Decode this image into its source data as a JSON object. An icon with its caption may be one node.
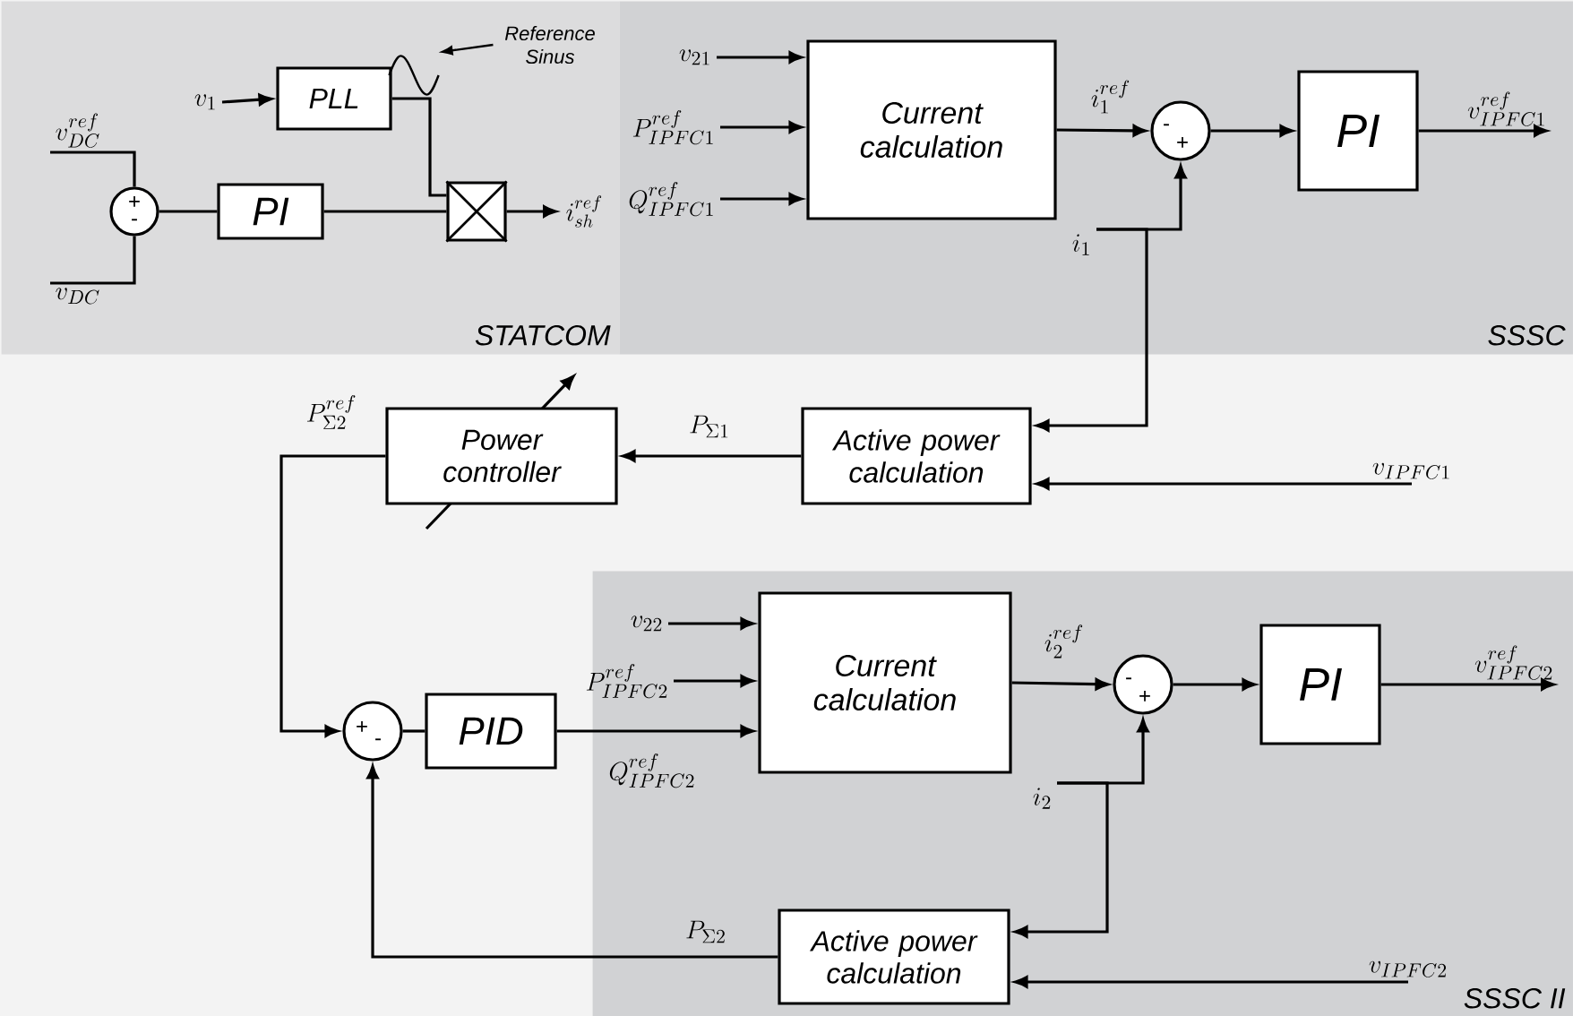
{
  "diagram": {
    "nodes": [
      {
        "text": [
          "STATCOM"
        ]
      },
      {
        "text": [
          "PLL"
        ],
        "in": 0
      },
      {
        "text": [
          "PI"
        ],
        "in": 0
      },
      {
        "text": [
          "+",
          "-"
        ],
        "in": 0
      },
      {
        "text": [],
        "shape": "box",
        "in": 0
      },
      {
        "text": [
          "v_{1}"
        ],
        "in": 0
      },
      {
        "text": [
          "v_{DC}^{ref}"
        ],
        "in": 0
      },
      {
        "text": [
          "v_{DC}"
        ],
        "in": 0
      },
      {
        "text": [
          "i_{sh}^{ref}"
        ],
        "in": 0
      },
      {
        "text": [
          "Reference Sinus"
        ],
        "in": 0
      },
      {
        "text": [],
        "shape": "picture",
        "in": 0
      },
      {
        "text": [
          "SSSC"
        ]
      },
      {
        "text": [
          "v_{21}"
        ],
        "in": 11
      },
      {
        "text": [
          "P_{IPFC1}^{ref}"
        ],
        "in": 11
      },
      {
        "text": [
          "Q_{IPFC1}^{ref}"
        ],
        "in": 11
      },
      {
        "text": [
          "Current calculation"
        ],
        "in": 11
      },
      {
        "text": [
          "-",
          "+"
        ],
        "in": 11
      },
      {
        "text": [
          "PI"
        ],
        "in": 11
      },
      {
        "text": [
          "v_{IPFC1}^{ref}"
        ],
        "in": 11
      },
      {
        "text": [
          "i_{1}"
        ],
        "in": 11
      },
      {
        "text": [
          "Active power calculation"
        ]
      },
      {
        "text": [
          "Power controller"
        ]
      },
      {
        "text": [
          "v_{IPFC1}"
        ]
      },
      {
        "text": [
          "SSSC II"
        ]
      },
      {
        "text": [
          "v_{22}"
        ],
        "in": 23
      },
      {
        "text": [
          "P_{IPFC2}^{ref}"
        ],
        "in": 23
      },
      {
        "text": [
          "Current calculation"
        ],
        "in": 23
      },
      {
        "text": [
          "-",
          "+"
        ],
        "in": 23
      },
      {
        "text": [
          "PI"
        ],
        "in": 23
      },
      {
        "text": [
          "v_{IPFC2}^{ref}"
        ],
        "in": 23
      },
      {
        "text": [
          "i_{2}"
        ],
        "in": 23
      },
      {
        "text": [
          "Active power calculation"
        ],
        "in": 23
      },
      {
        "text": [
          "v_{IPFC2}"
        ],
        "in": 23
      },
      {
        "text": [
          "+",
          "-"
        ]
      },
      {
        "text": [
          "PID"
        ]
      }
    ],
    "edges": [
      {
        "from": 6,
        "to": 3,
        "arrow": "none"
      },
      {
        "from": 7,
        "to": 3,
        "arrow": "none"
      },
      {
        "from": 3,
        "to": 2,
        "arrow": "none"
      },
      {
        "from": 5,
        "to": 1,
        "arrow": "to"
      },
      {
        "from": 1,
        "to": 4,
        "arrow": "none"
      },
      {
        "from": 2,
        "to": 4,
        "arrow": "none"
      },
      {
        "from": 4,
        "to": 8,
        "arrow": "to"
      },
      {
        "from": 9,
        "to": 10,
        "arrow": "to"
      },
      {
        "from": 12,
        "to": 15,
        "arrow": "to"
      },
      {
        "from": 13,
        "to": 15,
        "arrow": "to"
      },
      {
        "from": 14,
        "to": 15,
        "arrow": "to"
      },
      {
        "from": 15,
        "to": 16,
        "arrow": "to",
        "label": "i_{1}^{ref}"
      },
      {
        "from": 16,
        "to": 17,
        "arrow": "to"
      },
      {
        "from": 17,
        "to": 18,
        "arrow": "to"
      },
      {
        "from": 19,
        "to": 16,
        "arrow": "to"
      },
      {
        "from": 19,
        "to": 20,
        "arrow": "to"
      },
      {
        "from": 22,
        "to": 20,
        "arrow": "to"
      },
      {
        "from": 20,
        "to": 21,
        "arrow": "to",
        "label": "P_{\\Sigma 1}"
      },
      {
        "from": 21,
        "to": 33,
        "arrow": "to",
        "label": "P_{\\Sigma 2}^{ref}"
      },
      {
        "from": 33,
        "to": 34,
        "arrow": "none"
      },
      {
        "from": 34,
        "to": 26,
        "arrow": "to",
        "label": "Q_{IPFC2}^{ref}"
      },
      {
        "from": 24,
        "to": 26,
        "arrow": "to"
      },
      {
        "from": 25,
        "to": 26,
        "arrow": "to"
      },
      {
        "from": 26,
        "to": 27,
        "arrow": "to",
        "label": "i_{2}^{ref}"
      },
      {
        "from": 27,
        "to": 28,
        "arrow": "to"
      },
      {
        "from": 28,
        "to": 29,
        "arrow": "to"
      },
      {
        "from": 30,
        "to": 27,
        "arrow": "to"
      },
      {
        "from": 30,
        "to": 31,
        "arrow": "to"
      },
      {
        "from": 32,
        "to": 31,
        "arrow": "to"
      },
      {
        "from": 31,
        "to": 33,
        "arrow": "to",
        "label": "P_{\\Sigma 2}"
      }
    ]
  }
}
